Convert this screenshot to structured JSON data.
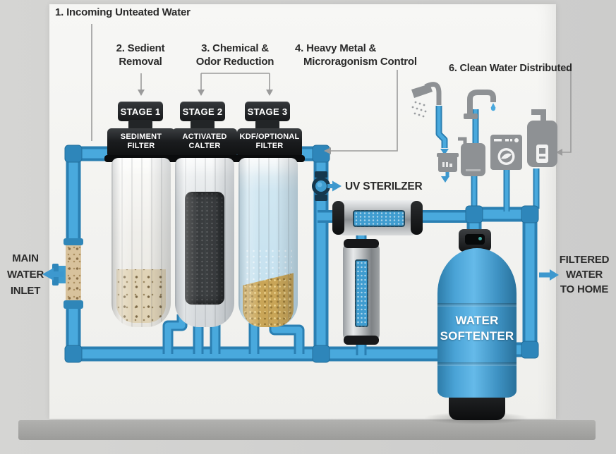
{
  "labels": {
    "step1": "1. Incoming Unteated Water",
    "step2": [
      "2. Sedient",
      "Removal"
    ],
    "step3": [
      "3. Chemical &",
      "Odor Reduction"
    ],
    "step4": [
      "4. Heavy Metal &",
      "Microragonism Control"
    ],
    "step6": "6. Clean Water Distributed"
  },
  "stages": [
    {
      "badge": "STAGE 1",
      "filter": [
        "SEDIMENT",
        "FILTER"
      ]
    },
    {
      "badge": "STAGE 2",
      "filter": [
        "ACTIVATED",
        "CALTER"
      ]
    },
    {
      "badge": "STAGE 3",
      "filter": [
        "KDF/OPTIONAL",
        "FILTER"
      ]
    }
  ],
  "uv_sterilizer": {
    "label": "UV STERILZER"
  },
  "main_inlet": {
    "lines": [
      "MAIN",
      "WATER",
      "INLET"
    ]
  },
  "filtered_outlet": {
    "lines": [
      "FILTERED",
      "WATER",
      "TO HOME"
    ]
  },
  "water_softener": {
    "lines": [
      "WATER",
      "SOFTENTER"
    ]
  },
  "colors": {
    "pipe_blue": "#49a9dd",
    "pipe_outline": "#2a7fb2",
    "tank_blue": "#4aa3d6",
    "dark_housing": "#1d1f21",
    "metal_gray": "#b9bcbe",
    "appliance_gray": "#8e9194",
    "label_text": "#2a2a2a",
    "sediment_tan": "#d8c29c",
    "carbon_black": "#3a3d3f",
    "kdf_gold": "#c9a557"
  },
  "icons": {
    "appliances": [
      "shower-icon",
      "faucet-icon",
      "drain-icon",
      "boiler-icon",
      "washing-machine-icon",
      "water-heater-icon"
    ],
    "flow": [
      "inlet-arrow-icon",
      "uv-arrow-icon",
      "outlet-arrow-icon",
      "valve-icon"
    ]
  }
}
